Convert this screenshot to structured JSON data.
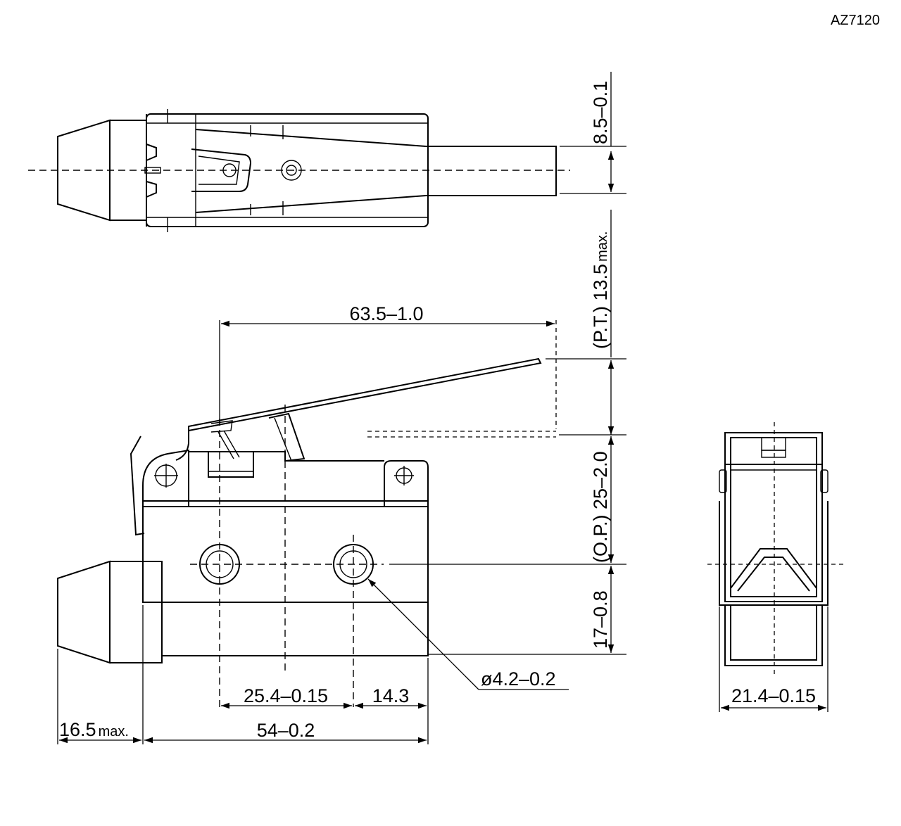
{
  "model": "AZ7120",
  "dimensions": {
    "top_width": "8.5–0.1",
    "pretravel": "(P.T.) 13.5",
    "pretravel_max": "max.",
    "operating_position": "(O.P.) 25–2.0",
    "base_height": "17–0.8",
    "lever_length": "63.5–1.0",
    "hole_pitch": "25.4–0.15",
    "hole_offset": "14.3",
    "hole_diameter": "ø4.2–0.2",
    "body_length": "54–0.2",
    "plunger_length": "16.5",
    "plunger_length_max": "max.",
    "side_width": "21.4–0.15"
  }
}
